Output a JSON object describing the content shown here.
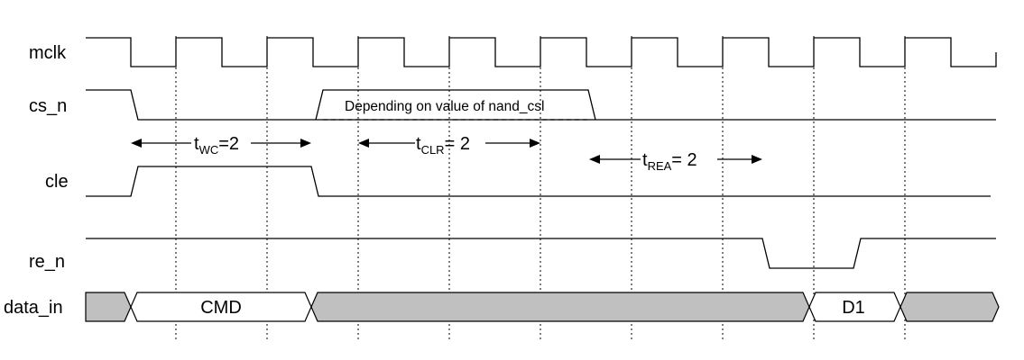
{
  "signals": [
    {
      "id": "mclk",
      "label": "mclk"
    },
    {
      "id": "cs_n",
      "label": "cs_n"
    },
    {
      "id": "cle",
      "label": "cle"
    },
    {
      "id": "re_n",
      "label": "re_n"
    },
    {
      "id": "data_in",
      "label": "data_in"
    }
  ],
  "bus_segments": [
    {
      "label": "",
      "fill": "#c0c0c0"
    },
    {
      "label": "CMD",
      "fill": "#ffffff"
    },
    {
      "label": "",
      "fill": "#c0c0c0"
    },
    {
      "label": "D1",
      "fill": "#ffffff"
    },
    {
      "label": "",
      "fill": "#c0c0c0"
    }
  ],
  "cs_note": "Depending on value of nand_csl",
  "timings": [
    {
      "base": "t",
      "sub": "WC",
      "rest": "=2"
    },
    {
      "base": "t",
      "sub": "CLR",
      "rest": "= 2"
    },
    {
      "base": "t",
      "sub": "REA",
      "rest": "= 2"
    }
  ],
  "colors": {
    "line": "#000000",
    "bus_shade": "#c0c0c0"
  }
}
